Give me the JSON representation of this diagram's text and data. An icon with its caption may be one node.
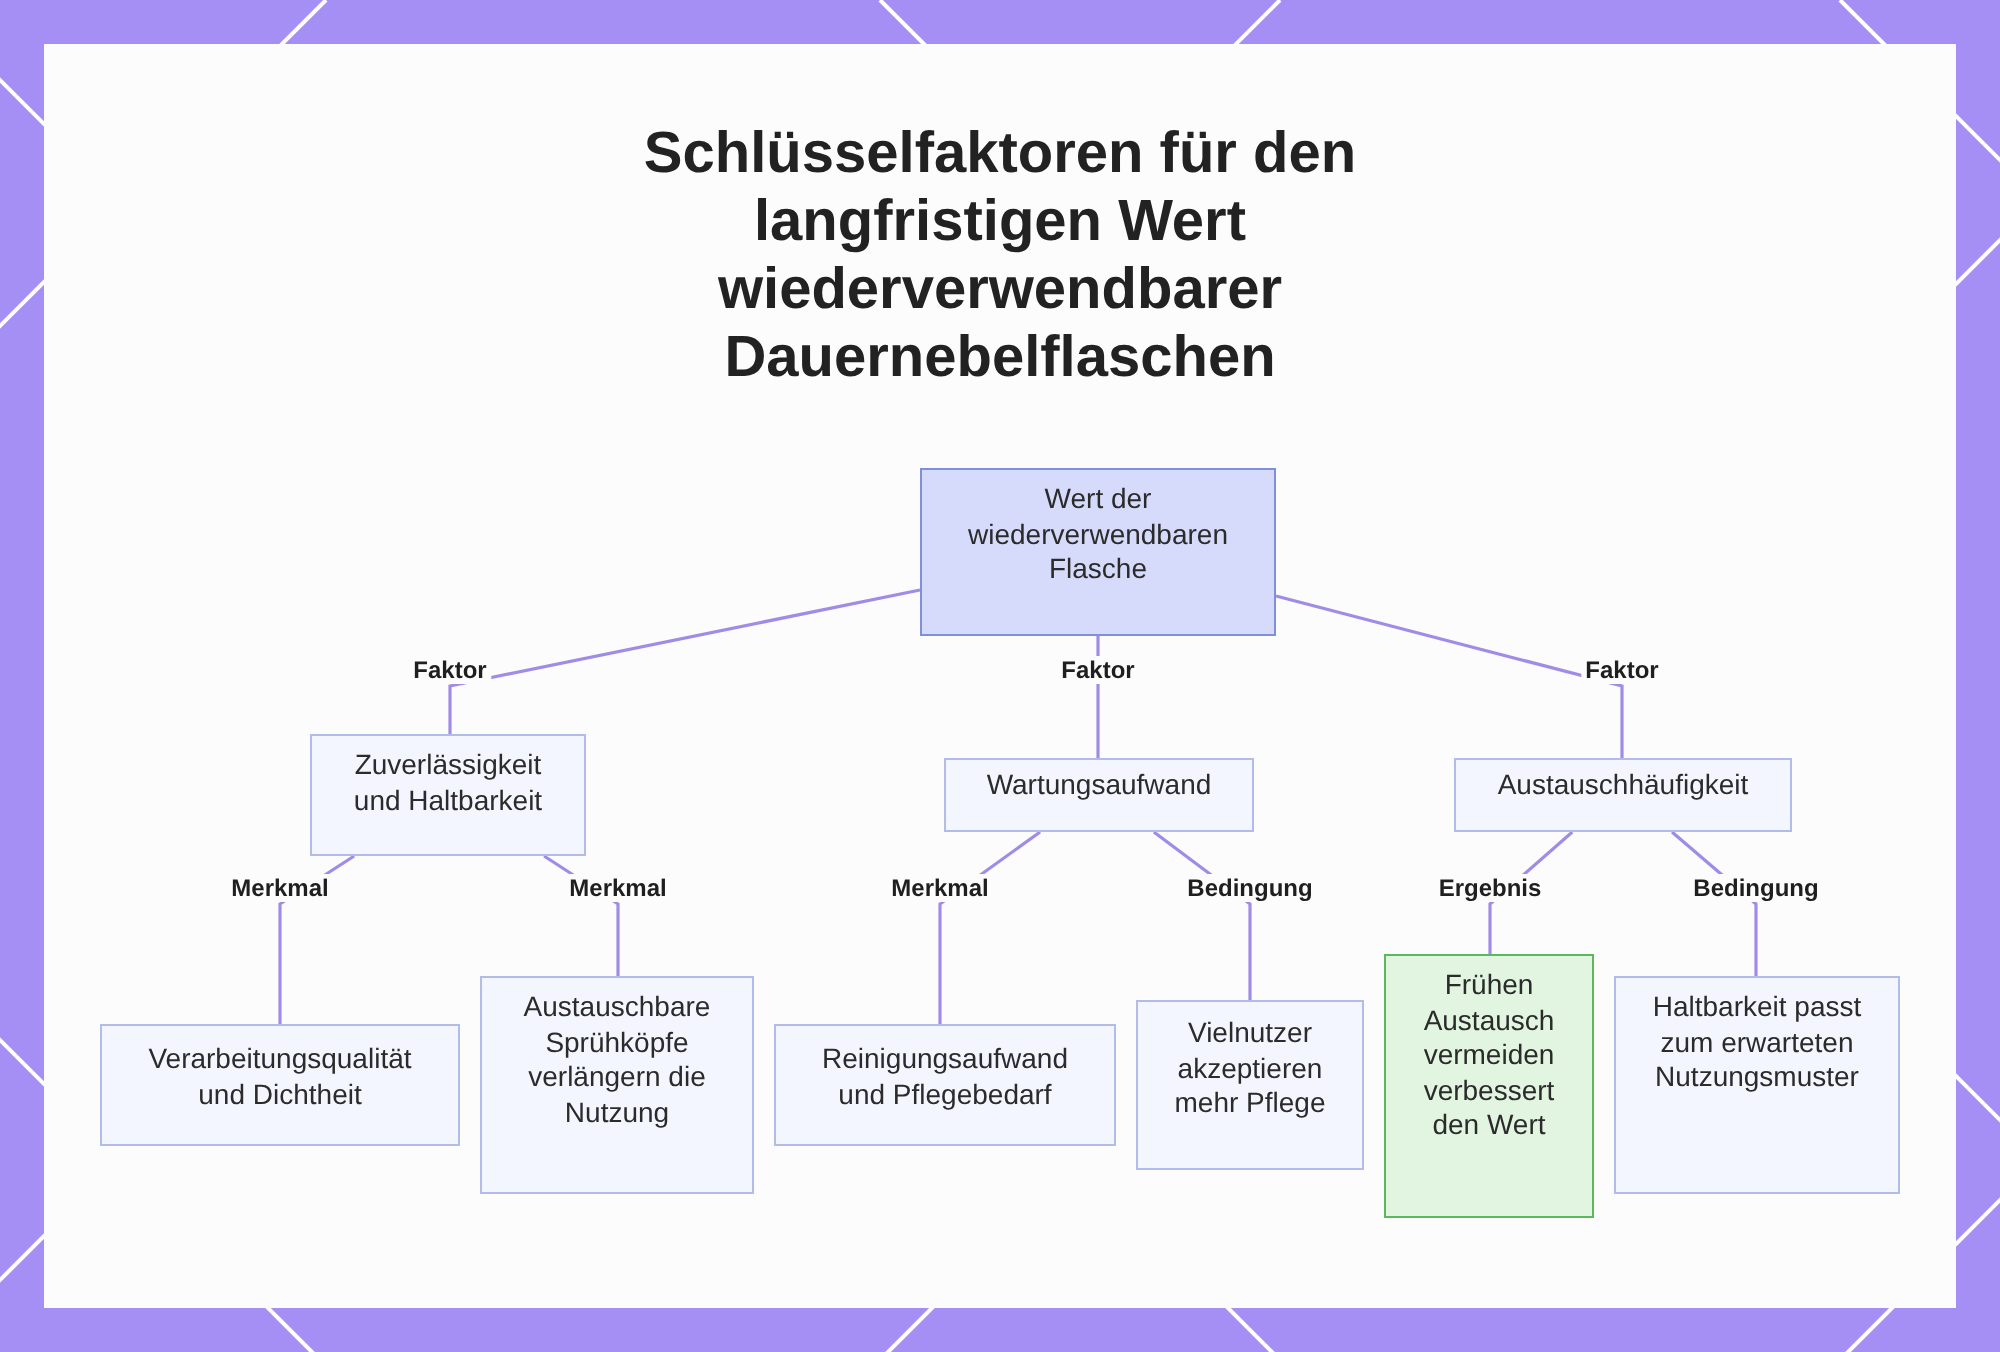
{
  "diagram": {
    "title": "Schlüsselfaktoren für den langfristigen Wert wiederverwendbarer Dauernebelflaschen",
    "nodes": [
      {
        "text": [
          "Wert der wiederverwendbaren Flasche"
        ]
      },
      {
        "text": [
          "Zuverlässigkeit und Haltbarkeit"
        ]
      },
      {
        "text": [
          "Wartungsaufwand"
        ]
      },
      {
        "text": [
          "Austauschhäufigkeit"
        ]
      },
      {
        "text": [
          "Verarbeitungsqualität und Dichtheit"
        ]
      },
      {
        "text": [
          "Austauschbare Sprühköpfe verlängern die Nutzung"
        ]
      },
      {
        "text": [
          "Reinigungsaufwand und Pflegebedarf"
        ]
      },
      {
        "text": [
          "Vielnutzer akzeptieren mehr Pflege"
        ]
      },
      {
        "text": [
          "Frühen Austausch vermeiden verbessert den Wert"
        ]
      },
      {
        "text": [
          "Haltbarkeit passt zum erwarteten Nutzungsmuster"
        ]
      }
    ],
    "edges": [
      {
        "from": 0,
        "to": 1,
        "arrow": "none",
        "label": "Faktor"
      },
      {
        "from": 0,
        "to": 2,
        "arrow": "none",
        "label": "Faktor"
      },
      {
        "from": 0,
        "to": 3,
        "arrow": "none",
        "label": "Faktor"
      },
      {
        "from": 1,
        "to": 4,
        "arrow": "none",
        "label": "Merkmal"
      },
      {
        "from": 1,
        "to": 5,
        "arrow": "none",
        "label": "Merkmal"
      },
      {
        "from": 2,
        "to": 6,
        "arrow": "none",
        "label": "Merkmal"
      },
      {
        "from": 2,
        "to": 7,
        "arrow": "none",
        "label": "Bedingung"
      },
      {
        "from": 3,
        "to": 8,
        "arrow": "none",
        "label": "Ergebnis"
      },
      {
        "from": 3,
        "to": 9,
        "arrow": "none",
        "label": "Bedingung"
      }
    ]
  }
}
